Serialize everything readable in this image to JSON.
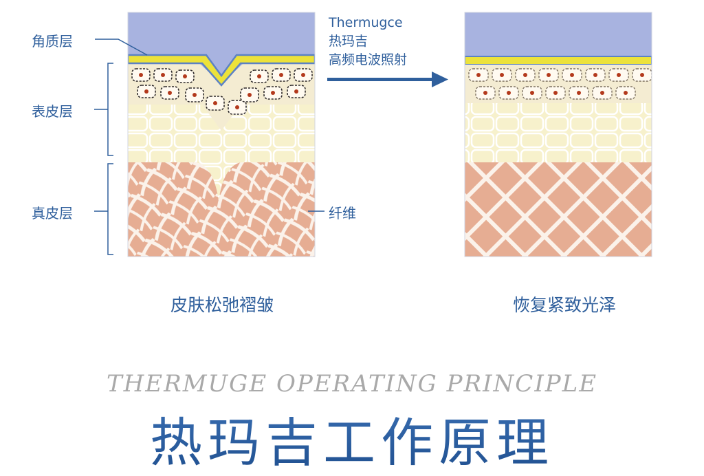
{
  "labels": {
    "stratum_corneum": "角质层",
    "epidermis": "表皮层",
    "dermis": "真皮层",
    "fiber": "纤维"
  },
  "arrow": {
    "brand": "Thermugce",
    "line1": "热玛吉",
    "line2": "高频电波照射"
  },
  "captions": {
    "before": "皮肤松弛褶皱",
    "after": "恢复紧致光泽"
  },
  "titles": {
    "english": "THERMUGE OPERATING PRINCIPLE",
    "chinese": "热玛吉工作原理"
  },
  "colors": {
    "accent": "#2f5f9c",
    "sky": "#a8b3e0",
    "corneum": "#ece23a",
    "epidermis": "#f7f1cc",
    "dermis": "#e8b39b"
  }
}
